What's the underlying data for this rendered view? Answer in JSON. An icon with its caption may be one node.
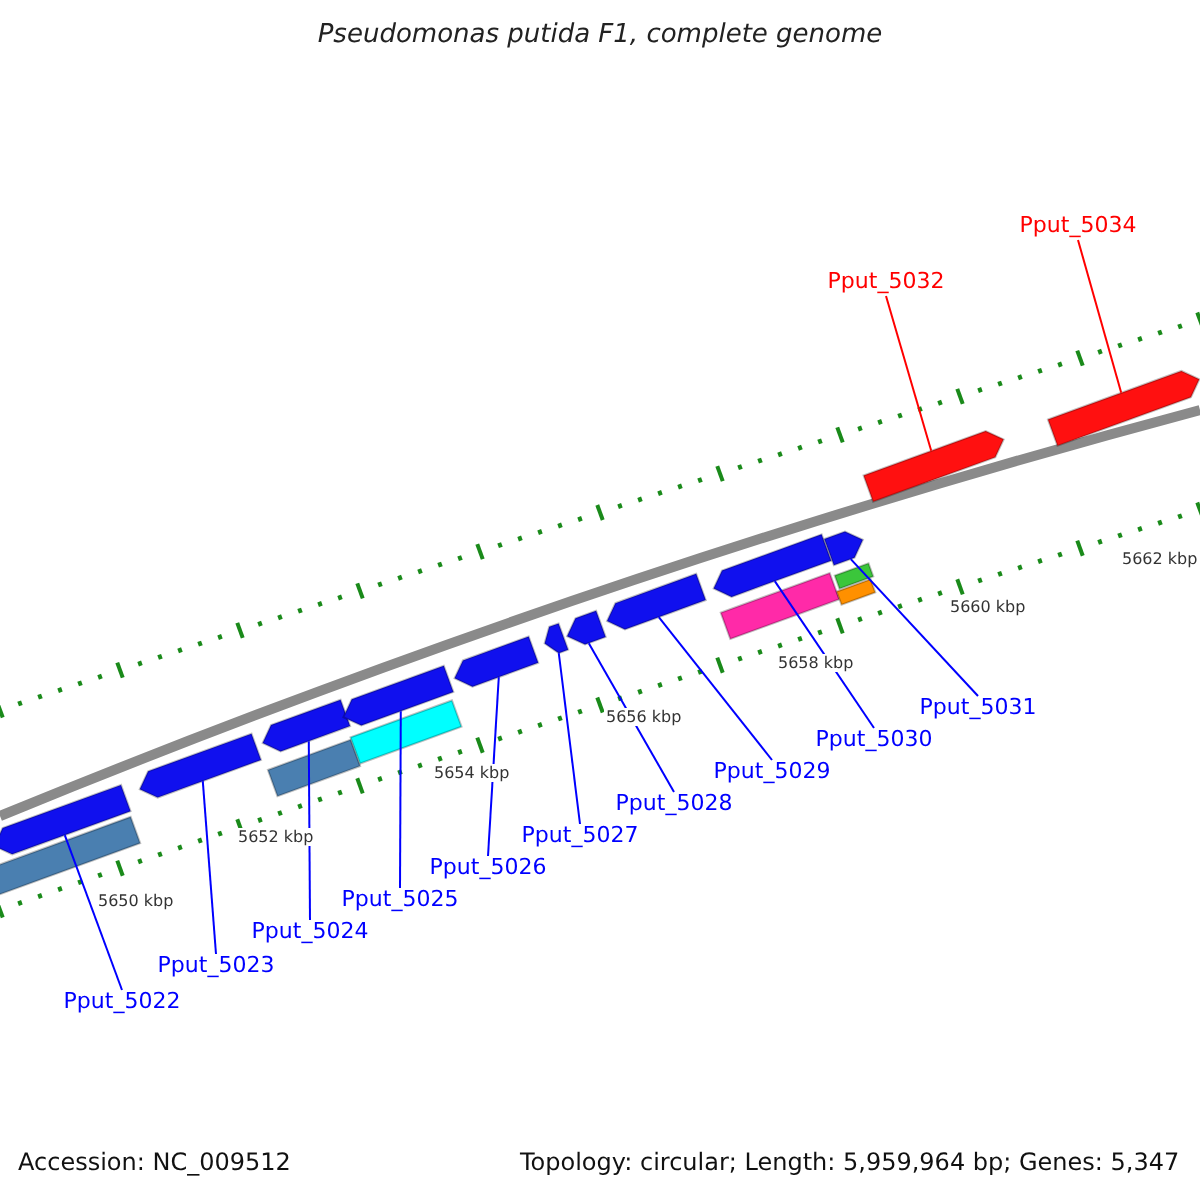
{
  "diagram": {
    "title": "Pseudomonas putida F1, complete genome",
    "nodes": [
      {
        "text": [
          "Pput_5022"
        ]
      },
      {
        "text": [
          "Pput_5023"
        ]
      },
      {
        "text": [
          "Pput_5024"
        ]
      },
      {
        "text": [
          "Pput_5025"
        ]
      },
      {
        "text": [
          "Pput_5026"
        ]
      },
      {
        "text": [
          "Pput_5027"
        ]
      },
      {
        "text": [
          "Pput_5028"
        ]
      },
      {
        "text": [
          "Pput_5029"
        ]
      },
      {
        "text": [
          "Pput_5030"
        ]
      },
      {
        "text": [
          "Pput_5031"
        ]
      },
      {
        "text": [
          "Pput_5032"
        ]
      },
      {
        "text": [
          "Pput_5034"
        ]
      },
      {
        "text": [],
        "shape": "arrow"
      },
      {
        "text": [],
        "shape": "arrow"
      },
      {
        "text": [],
        "shape": "arrow"
      },
      {
        "text": [],
        "shape": "arrow"
      },
      {
        "text": [],
        "shape": "arrow"
      },
      {
        "text": [],
        "shape": "arrow"
      },
      {
        "text": [],
        "shape": "arrow"
      },
      {
        "text": [],
        "shape": "arrow"
      },
      {
        "text": [],
        "shape": "arrow"
      },
      {
        "text": [],
        "shape": "arrow"
      },
      {
        "text": [],
        "shape": "arrow"
      },
      {
        "text": [],
        "shape": "arrow"
      }
    ],
    "edges": [
      {
        "from": 0,
        "to": 12,
        "arrow": "none"
      },
      {
        "from": 1,
        "to": 13,
        "arrow": "none"
      },
      {
        "from": 2,
        "to": 14,
        "arrow": "none"
      },
      {
        "from": 3,
        "to": 15,
        "arrow": "none"
      },
      {
        "from": 4,
        "to": 16,
        "arrow": "none"
      },
      {
        "from": 5,
        "to": 17,
        "arrow": "none"
      },
      {
        "from": 6,
        "to": 18,
        "arrow": "none"
      },
      {
        "from": 7,
        "to": 19,
        "arrow": "none"
      },
      {
        "from": 8,
        "to": 20,
        "arrow": "none"
      },
      {
        "from": 9,
        "to": 21,
        "arrow": "none"
      },
      {
        "from": 10,
        "to": 22,
        "arrow": "none",
        "color": "#ff0000"
      },
      {
        "from": 11,
        "to": 23,
        "arrow": "none",
        "color": "#ff0000"
      }
    ],
    "labels": [
      "5650 kbp",
      "5652 kbp",
      "5654 kbp",
      "5656 kbp",
      "5658 kbp",
      "5660 kbp",
      "5662 kbp",
      "Accession: NC_009512",
      "Topology: circular; Length: 5,959,964 bp; Genes: 5,347"
    ]
  }
}
